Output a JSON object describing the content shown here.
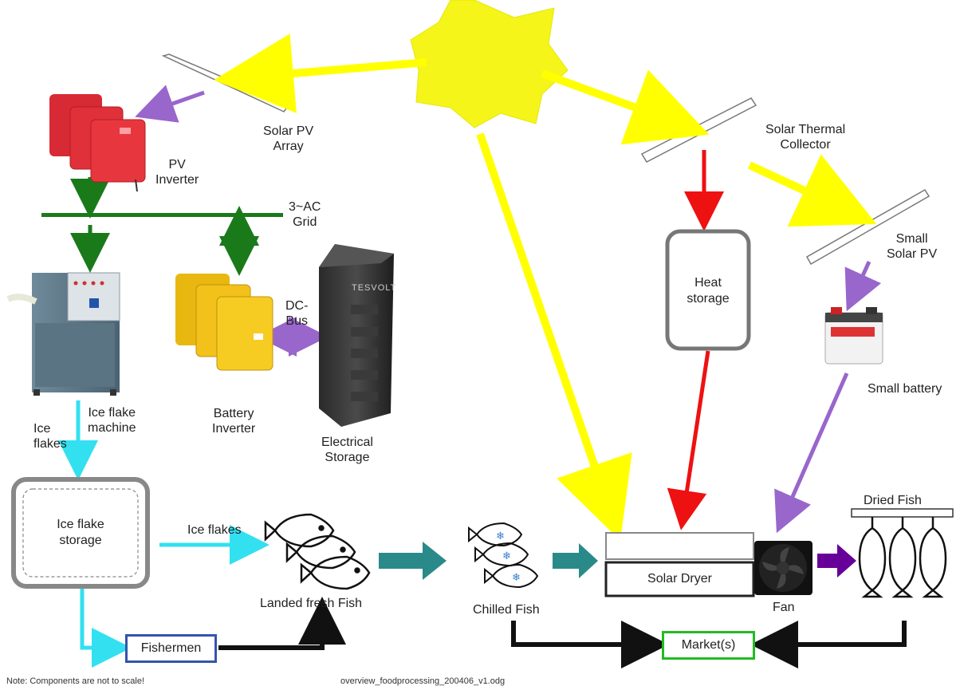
{
  "labels": {
    "solar_pv_array": [
      "Solar PV",
      "Array"
    ],
    "pv_inverter": [
      "PV",
      "Inverter"
    ],
    "ac_grid": [
      "3~AC",
      "Grid"
    ],
    "solar_thermal_collector": [
      "Solar Thermal",
      "Collector"
    ],
    "small_solar_pv": [
      "Small",
      "Solar PV"
    ],
    "heat_storage": [
      "Heat",
      "storage"
    ],
    "small_battery": "Small battery",
    "dc_bus": [
      "DC-",
      "Bus"
    ],
    "ice_flakes_top": [
      "Ice",
      "flakes"
    ],
    "ice_flake_machine": [
      "Ice flake",
      "machine"
    ],
    "battery_inverter": [
      "Battery",
      "Inverter"
    ],
    "electrical_storage": [
      "Electrical",
      "Storage"
    ],
    "ice_flake_storage": [
      "Ice flake",
      "storage"
    ],
    "ice_flakes_arrow": "Ice flakes",
    "landed_fresh_fish": "Landed fresh Fish",
    "chilled_fish": "Chilled Fish",
    "solar_dryer": "Solar Dryer",
    "fan": "Fan",
    "dried_fish": "Dried Fish",
    "fishermen": "Fishermen",
    "markets": "Market(s)",
    "tesvolt_brand": "TESVOLT"
  },
  "footer": {
    "note": "Note: Components are not to scale!",
    "filename": "overview_foodprocessing_200406_v1.odg"
  },
  "colors": {
    "sun": "#f5f51a",
    "energy_arrow": "#ffff00",
    "heat_arrow": "#ee1111",
    "grid_arrow": "#1a7a1a",
    "battery_arrow": "#9966cc",
    "ice_arrow": "#33e0f0",
    "fish_arrow": "#2a8a8a",
    "dried_arrow": "#660099",
    "market_box": "#22bb22",
    "fishermen_box": "#3355aa",
    "inverter_red": "#e0303a",
    "inverter_yellow": "#f2c21a"
  }
}
